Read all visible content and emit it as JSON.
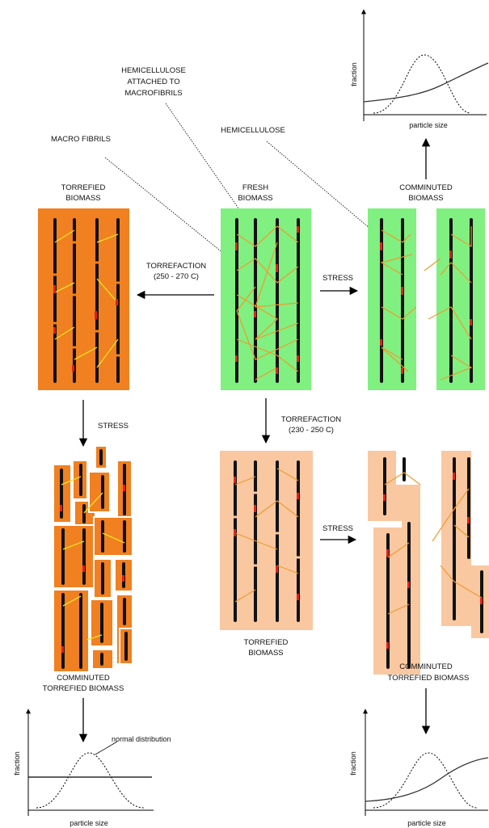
{
  "colors": {
    "fresh": "#80f080",
    "torrefied_dark": "#f08020",
    "torrefied_light": "#f9c8a0",
    "fibril": "#111111",
    "hemicellulose_fresh": "#f09a30",
    "hemicellulose_torrefied": "#f5e020",
    "marker": "#e02020"
  },
  "labels": {
    "hemi_attached": [
      "HEMICELLULOSE",
      "ATTACHED TO",
      "MACROFIBRILS"
    ],
    "macro_fibrils": "MACRO FIBRILS",
    "hemicellulose": "HEMICELLULOSE",
    "torrefied_biomass_top": [
      "TORREFIED",
      "BIOMASS"
    ],
    "fresh_biomass": [
      "FRESH",
      "BIOMASS"
    ],
    "comminuted_biomass": [
      "COMMINUTED",
      "BIOMASS"
    ],
    "torrefaction_left": [
      "TORREFACTION",
      "(250 - 270 C)"
    ],
    "stress_right": "STRESS",
    "stress_left": "STRESS",
    "torrefaction_down": [
      "TORREFACTION",
      "(230 - 250 C)"
    ],
    "stress_bottom": "STRESS",
    "torrefied_biomass_bottom": [
      "TORREFIED",
      "BIOMASS"
    ],
    "comminuted_torrefied_left": [
      "COMMINUTED",
      "TORREFIED BIOMASS"
    ],
    "comminuted_torrefied_right": [
      "COMMINUTED",
      "TORREFIED BIOMASS"
    ],
    "normal_distribution": "normal distribution"
  },
  "graphs": {
    "top_right": {
      "ylabel": "fraction",
      "xlabel": "particle size"
    },
    "bottom_left": {
      "ylabel": "fraction",
      "xlabel": "particle size"
    },
    "bottom_right": {
      "ylabel": "fraction",
      "xlabel": "particle size"
    }
  }
}
